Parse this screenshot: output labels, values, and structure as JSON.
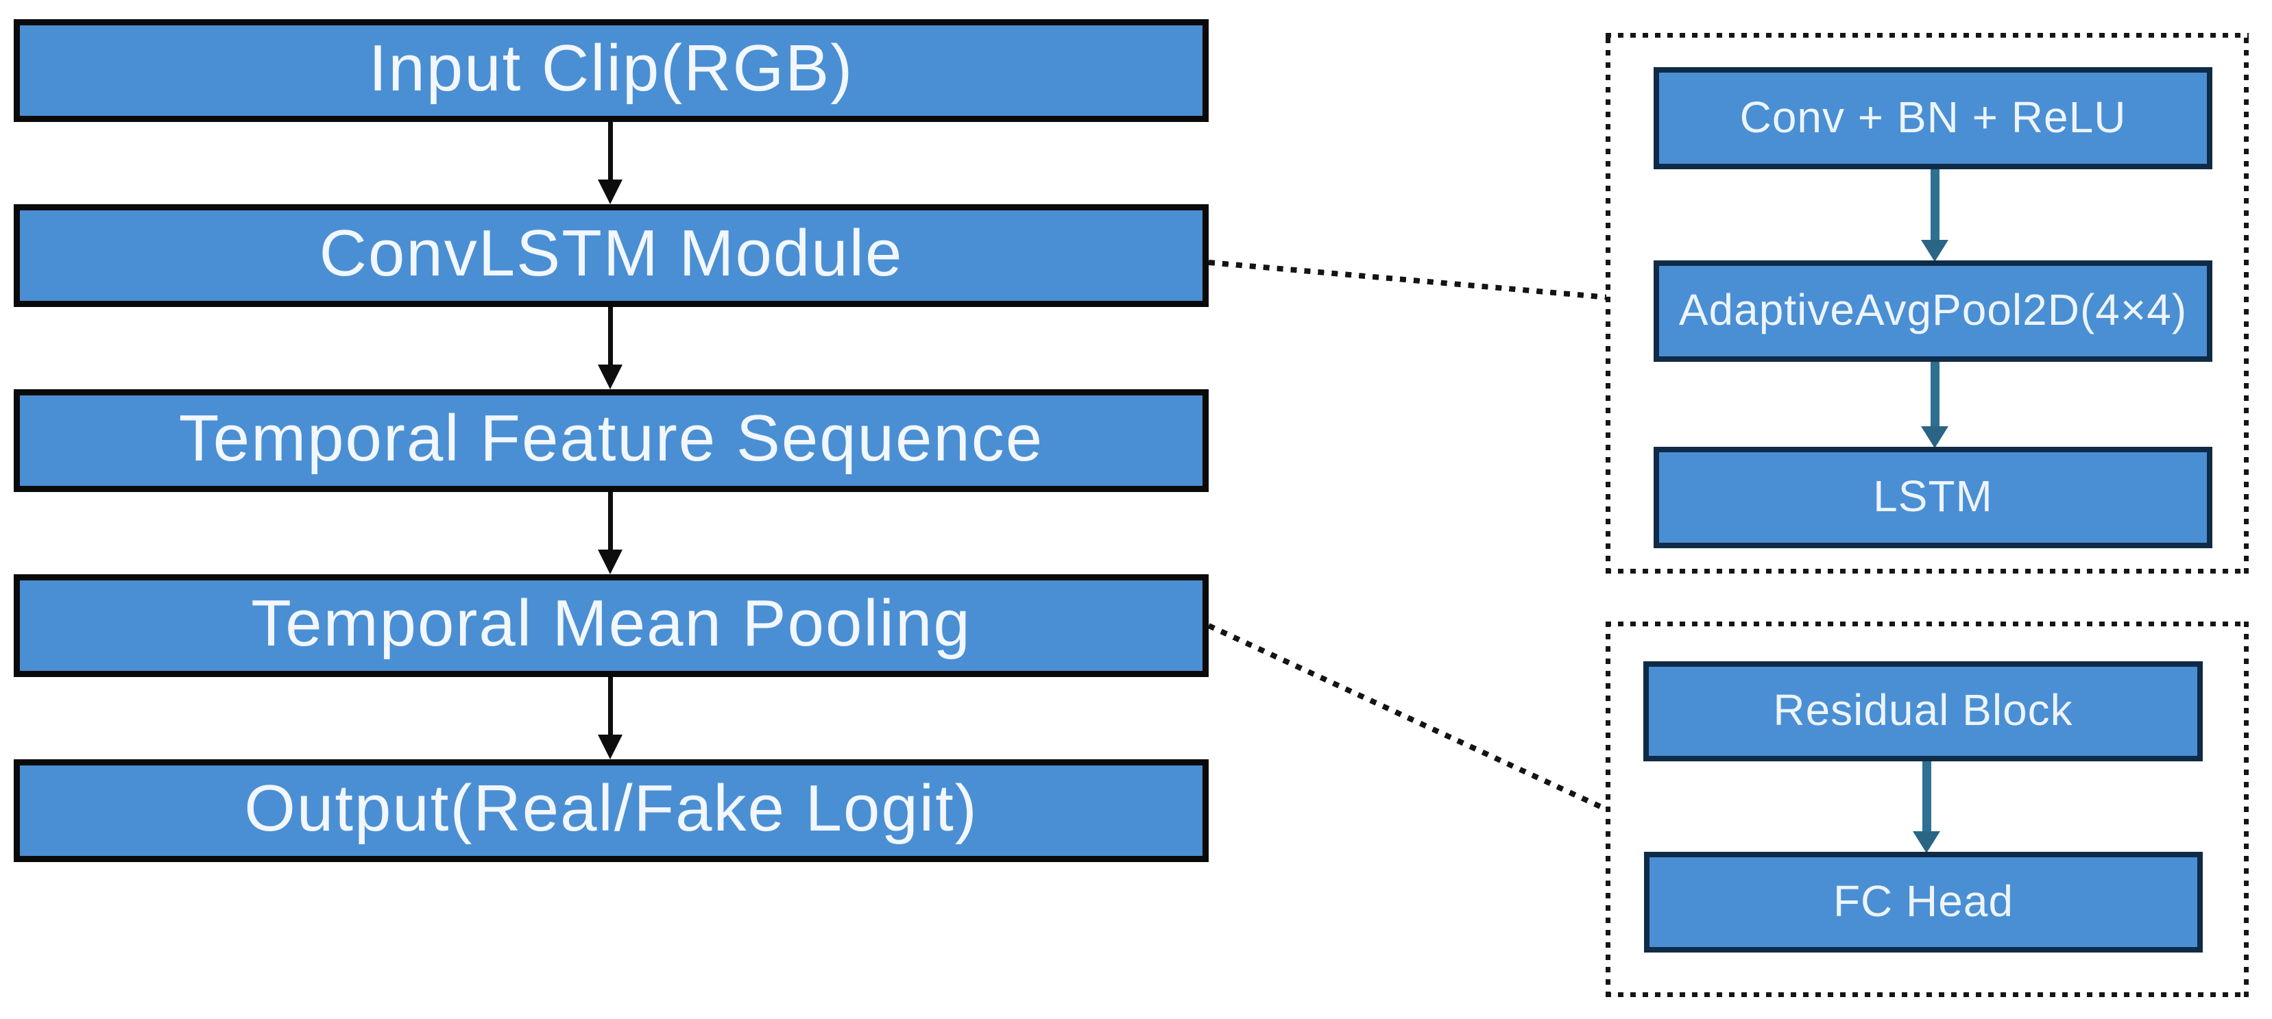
{
  "flow": {
    "boxes": [
      {
        "label": "Input Clip(RGB)"
      },
      {
        "label": "ConvLSTM Module"
      },
      {
        "label": "Temporal Feature Sequence"
      },
      {
        "label": "Temporal Mean Pooling"
      },
      {
        "label": "Output(Real/Fake Logit)"
      }
    ]
  },
  "panels": {
    "convlstm": {
      "boxes": [
        {
          "label": "Conv + BN + ReLU"
        },
        {
          "label": "AdaptiveAvgPool2D(4×4)"
        },
        {
          "label": "LSTM"
        }
      ]
    },
    "pooling": {
      "boxes": [
        {
          "label": "Residual Block"
        },
        {
          "label": "FC Head"
        }
      ]
    }
  },
  "colors": {
    "background": "#ffffff",
    "box_fill": "#4a8fd3",
    "flow_box_border": "#0a0a0a",
    "detail_box_border": "#0f2b47",
    "box_text": "#f2f7fd",
    "flow_arrow": "#0d0d0d",
    "detail_arrow": "#2e7092",
    "connector_dots": "#141414"
  }
}
